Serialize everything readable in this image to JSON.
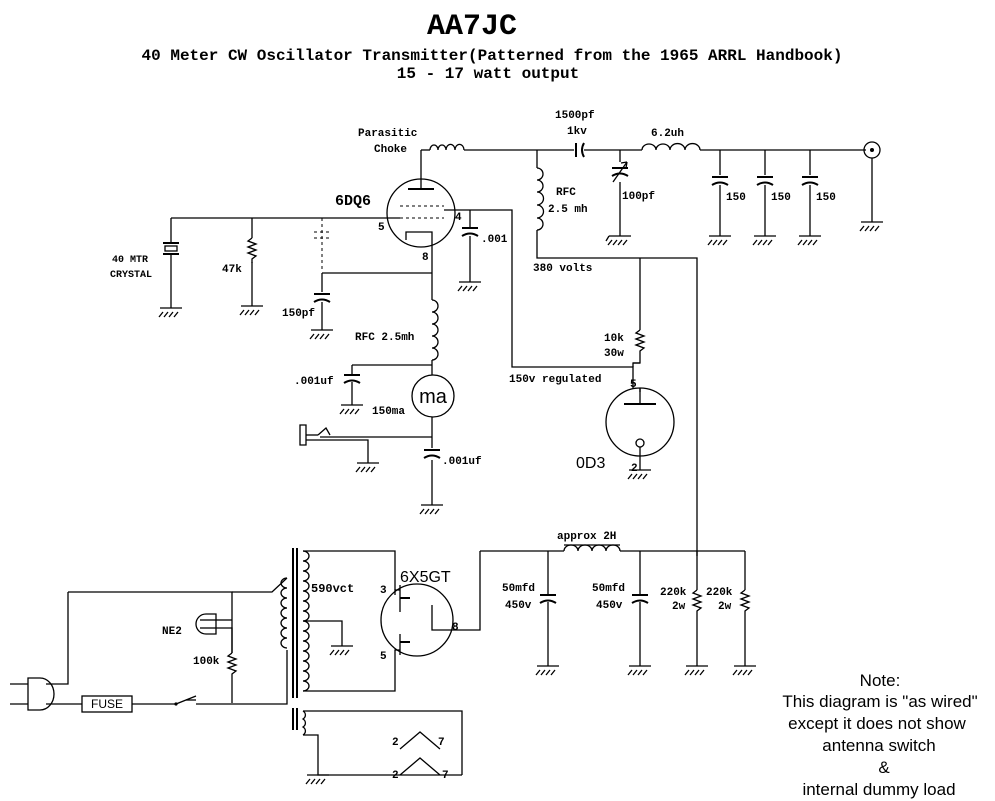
{
  "title": "AA7JC",
  "subtitle": "40 Meter CW Oscillator Transmitter(Patterned from the 1965 ARRL Handbook)",
  "output_line": "15 - 17 watt output",
  "labels": {
    "parasitic": "Parasitic",
    "choke": "Choke",
    "c1500_a": "1500pf",
    "c1500_b": "1kv",
    "l62": "6.2uh",
    "rfc_a": "RFC",
    "rfc_b": "2.5 mh",
    "c100": "100pf",
    "c150a": "150",
    "c150b": "150",
    "c150c": "150",
    "tube_6dq6": "6DQ6",
    "pin4": "4",
    "pin5": "5",
    "pin8": "8",
    "c001": ".001",
    "crystal_a": "40 MTR",
    "crystal_b": "CRYSTAL",
    "r47k": "47k",
    "c150pf": "150pf",
    "v380": "380 volts",
    "r10k_a": "10k",
    "r10k_b": "30w",
    "rfc25": "RFC 2.5mh",
    "c001uf_a": ".001uf",
    "meter": "ma",
    "meter_range": "150ma",
    "v150": "150v regulated",
    "od3_pin5": "5",
    "od3": "0D3",
    "od3_pin2": "2",
    "c001uf_b": ".001uf",
    "choke2h": "approx 2H",
    "xfmr": "590vct",
    "rect": "6X5GT",
    "rect_pin3": "3",
    "rect_pin5": "5",
    "rect_pin8": "8",
    "c50a_a": "50mfd",
    "c50a_b": "450v",
    "c50b_a": "50mfd",
    "c50b_b": "450v",
    "r220a_a": "220k",
    "r220a_b": "2w",
    "r220b_a": "220k",
    "r220b_b": "2w",
    "ne2": "NE2",
    "r100k": "100k",
    "fuse": "FUSE",
    "fil_2a": "2",
    "fil_7a": "7",
    "fil_2b": "2",
    "fil_7b": "7"
  },
  "note": {
    "line1": "Note:",
    "line2": "This diagram is \"as wired\"",
    "line3": "except it does not show",
    "line4": "antenna switch",
    "line5": "&",
    "line6": "internal dummy load"
  }
}
